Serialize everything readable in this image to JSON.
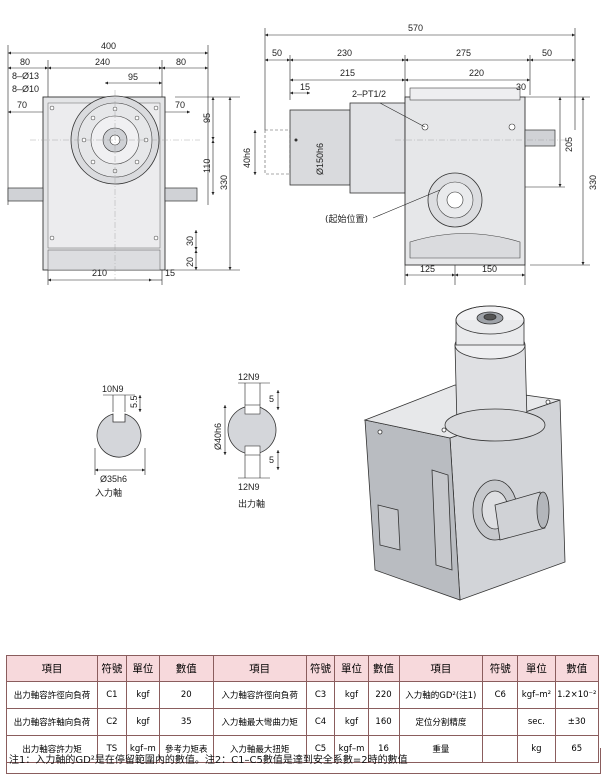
{
  "front_view": {
    "dims": {
      "overall": "400",
      "left": "80",
      "center": "240",
      "right": "80",
      "hole13": "8–Ø13",
      "hole10": "8–Ø10",
      "d70": "70",
      "d95": "95",
      "d70b": "70",
      "d95v": "95",
      "d110": "110",
      "d330": "330",
      "d30": "30",
      "d20": "20",
      "d210": "210",
      "d15": "15"
    }
  },
  "side_view": {
    "dims": {
      "overall": "570",
      "d50": "50",
      "d230": "230",
      "d275": "275",
      "d50b": "50",
      "d215": "215",
      "d220": "220",
      "d15": "15",
      "pt": "2–PT1/2",
      "d30": "30",
      "d205": "205",
      "d330": "330",
      "dia150": "Ø150h6",
      "dia40": "40h6",
      "d125": "125",
      "d150": "150"
    },
    "start_position": "(起始位置)"
  },
  "input_shaft": {
    "key": "10N9",
    "depth": "5.5",
    "dia": "Ø35h6",
    "label": "入力軸"
  },
  "output_shaft": {
    "key_top": "12N9",
    "key_bottom": "12N9",
    "dia": "Ø40h6",
    "depth_top": "5",
    "depth_bottom": "5",
    "label": "出力軸"
  },
  "spec_table": {
    "headers": [
      "項目",
      "符號",
      "單位",
      "數值",
      "項目",
      "符號",
      "單位",
      "數值",
      "項目",
      "符號",
      "單位",
      "數值"
    ],
    "rows": [
      [
        "出力軸容許徑向負荷",
        "C1",
        "kgf",
        "20",
        "入力軸容許徑向負荷",
        "C3",
        "kgf",
        "220",
        "入力軸的GD²(注1)",
        "C6",
        "kgf–m²",
        "1.2×10⁻²"
      ],
      [
        "出力軸容許軸向負荷",
        "C2",
        "kgf",
        "35",
        "入力軸最大彎曲力矩",
        "C4",
        "kgf",
        "160",
        "定位分割精度",
        "",
        "sec.",
        "±30"
      ],
      [
        "出力軸容許力矩",
        "TS",
        "kgf–m",
        "參考力矩表",
        "入力軸最大扭矩",
        "C5",
        "kgf–m",
        "16",
        "重量",
        "",
        "kg",
        "65"
      ]
    ],
    "note": "注1：入力軸的GD²是在停留範圍內的數值。注2：C1–C5數值是達到安全系數=2時的數值"
  }
}
